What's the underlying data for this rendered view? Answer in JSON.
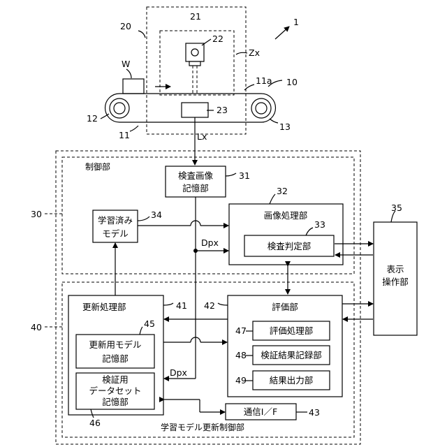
{
  "numerals": {
    "n1": "1",
    "n10": "10",
    "n11": "11",
    "n11a": "11a",
    "n12": "12",
    "n13": "13",
    "n20": "20",
    "n21": "21",
    "n22": "22",
    "n23": "23",
    "n30": "30",
    "n31": "31",
    "n32": "32",
    "n33": "33",
    "n34": "34",
    "n35": "35",
    "n40": "40",
    "n41": "41",
    "n42": "42",
    "n43": "43",
    "n45": "45",
    "n46": "46",
    "n47": "47",
    "n48": "48",
    "n49": "49"
  },
  "symbols": {
    "workpiece": "W",
    "zone": "Zx",
    "line": "Lx",
    "dpx_top": "Dpx",
    "dpx_bottom": "Dpx"
  },
  "sections": {
    "control": "制御部",
    "learning_update": "学習モデル更新制御部"
  },
  "boxes": {
    "inspect_image_store": [
      "検査画像",
      "記憶部"
    ],
    "learned_model": [
      "学習済み",
      "モデル"
    ],
    "image_processing": "画像処理部",
    "inspection_judgment": "検査判定部",
    "display_operation": [
      "表示",
      "操作部"
    ],
    "update_processing": "更新処理部",
    "update_model_store": [
      "更新用モデル",
      "記憶部"
    ],
    "verification_dataset_store": [
      "検証用",
      "データセット",
      "記憶部"
    ],
    "evaluation": "評価部",
    "evaluation_processing": "評価処理部",
    "verification_result_record": "検証結果記録部",
    "result_output": "結果出力部",
    "communication_if": "通信I／F"
  }
}
